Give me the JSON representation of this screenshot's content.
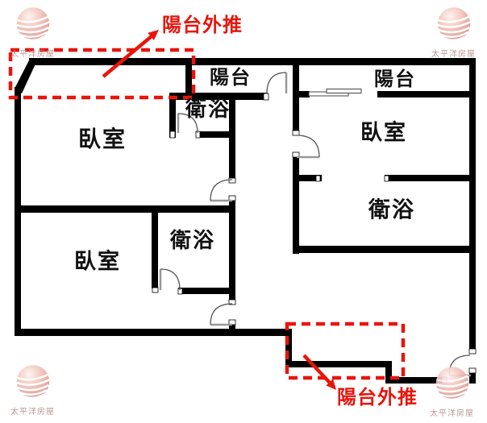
{
  "floorplan": {
    "labels": {
      "bedroom_top_left": "臥室",
      "bedroom_top_right": "臥室",
      "bedroom_bottom_left": "臥室",
      "bathroom_top_left": "衛浴",
      "bathroom_right": "衛浴",
      "bathroom_bottom_left": "衛浴",
      "balcony_top_middle": "陽台",
      "balcony_top_right": "陽台"
    },
    "annotations": {
      "balcony_pushout_top": "陽台外推",
      "balcony_pushout_bottom": "陽台外推",
      "annotation_color": "#e8150d"
    },
    "watermark": {
      "brand": "太平洋房屋",
      "logo": "pacific-house-sphere-logo",
      "logo_color": "#e2a198"
    },
    "wall_color": "#000000"
  }
}
